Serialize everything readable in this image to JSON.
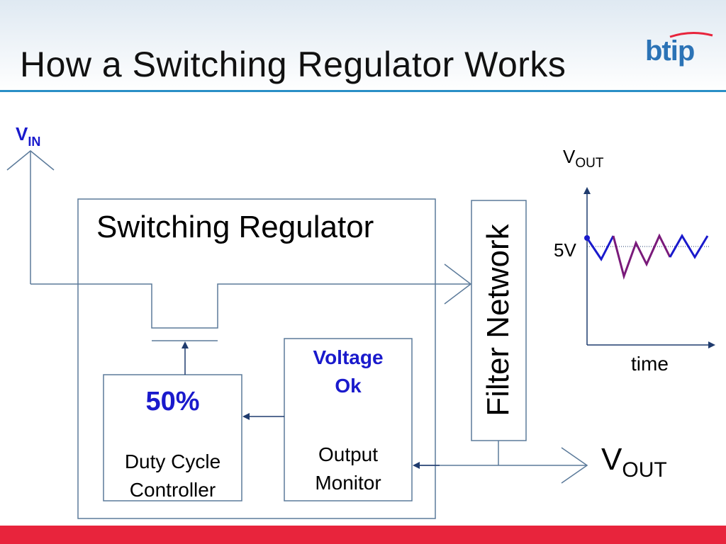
{
  "slide": {
    "title": "How a Switching Regulator Works",
    "logo_text": "btip"
  },
  "diagram": {
    "vin_main": "V",
    "vin_sub": "IN",
    "regulator_label": "Switching Regulator",
    "filter_label": "Filter Network",
    "controller": {
      "percent": "50%",
      "line1": "Duty Cycle",
      "line2": "Controller"
    },
    "monitor": {
      "status_line1": "Voltage",
      "status_line2": "Ok",
      "line1": "Output",
      "line2": "Monitor"
    },
    "vout_main": "V",
    "vout_sub": "OUT"
  },
  "graph": {
    "y_axis_main": "V",
    "y_axis_sub": "OUT",
    "level_label": "5V",
    "x_axis_label": "time"
  },
  "colors": {
    "line": "#5b7a9a",
    "arrow": "#1f3b6e",
    "blue_text": "#1a1acc",
    "waveform": "#7a1a7a",
    "waveform_alt": "#1a1acc",
    "title_rule": "#2a8fc6",
    "footer": "#e8243c"
  }
}
